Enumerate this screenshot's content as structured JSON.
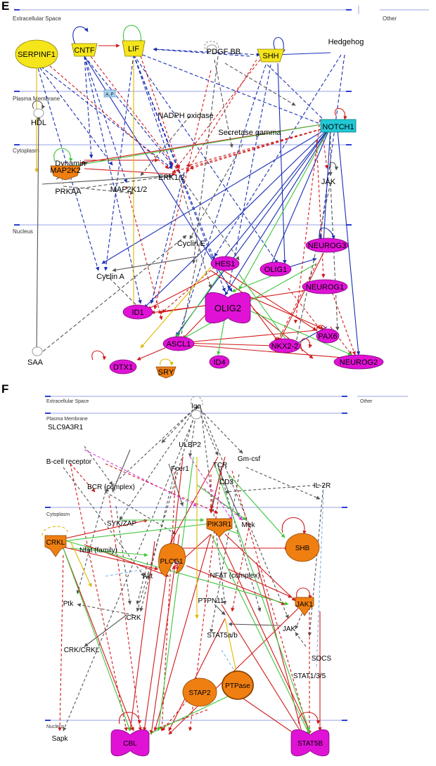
{
  "colors": {
    "yellow": "#f5e51b",
    "magenta": "#e012d6",
    "orange": "#f07f12",
    "cyan": "#22c8d6",
    "gray": "#9a9a9a",
    "blue": "#1a2fb5",
    "red": "#d11a1a",
    "green": "#3ec63e",
    "dark": "#555555",
    "goldline": "#e0b800",
    "pink": "#d93cd9",
    "lightblue": "#7fb4e8"
  },
  "panel_e": {
    "letter": "E",
    "regions": {
      "extracellular": "Extracellular Space",
      "other": "Other",
      "plasma": "Plasma Membrane",
      "cytoplasm": "Cytoplasm",
      "nucleus": "Nucleus"
    },
    "badge": "A, P",
    "nodes": {
      "serpinf1": "SERPINF1",
      "cntf": "CNTF",
      "lif": "LIF",
      "pdgfbb": "PDGF BB",
      "shh": "SHH",
      "hedgehog": "Hedgehog",
      "hdl": "HDL",
      "nadph": "NADPH oxidase",
      "secretase": "Secretase gamma",
      "notch1": "NOTCH1",
      "dynamin": "Dynamin",
      "map2k2": "MAP2K2",
      "erk12": "ERK1/2",
      "map2k12": "MAP2K1/2",
      "prkaa": "PRKAA",
      "jak": "JAK",
      "cycline": "Cyclin E",
      "neurog3": "NEUROG3",
      "hes1": "HES1",
      "olig1": "OLIG1",
      "cyclina": "Cyclin A",
      "neurog1": "NEUROG1",
      "id1": "ID1",
      "olig2": "OLIG2",
      "pax6": "PAX6",
      "ascl1": "ASCL1",
      "nkx22": "NKX2-2",
      "saa": "SAA",
      "dtx1": "DTX1",
      "sry": "SRY",
      "id4": "ID4",
      "neurog2": "NEUROG2"
    }
  },
  "panel_f": {
    "letter": "F",
    "regions": {
      "extracellular": "Extracellular Space",
      "other": "Other",
      "plasma": "Plasma Membrane",
      "cytoplasm": "Cytoplasm",
      "nucleus": "Nucleus"
    },
    "nodes": {
      "ige": "Ige",
      "slc9a3r1": "SLC9A3R1",
      "ulbp2": "ULBP2",
      "bcellreceptor": "B-cell receptor",
      "gmcsf": "Gm-csf",
      "fcer1": "Fcer1",
      "tcr": "TCR",
      "bcr": "BCR (complex)",
      "cd3": "CD3",
      "il2r": "IL-2R",
      "sykzap": "SYK/ZAP",
      "nfatfamily": "Nfat (family)",
      "pik3r1": "PIK3R1",
      "mek": "Mek",
      "crkl": "CRKL",
      "plcg1": "PLCG1",
      "shb": "SHB",
      "akt": "Akt",
      "nfatcomplex": "NFAT (complex)",
      "ptk": "Ptk",
      "ptpn11": "PTPN11",
      "jak1": "JAK1",
      "crk": "CRK",
      "stat5ab": "STAT5a/b",
      "jak": "JAK",
      "crkcrkl": "CRK/CRKL",
      "socs": "SOCS",
      "stat135": "STAT1/3/5",
      "stap2": "STAP2",
      "ptpase": "PTPase",
      "sapk": "Sapk",
      "cbl": "CBL",
      "stat5b": "STAT5B"
    }
  }
}
